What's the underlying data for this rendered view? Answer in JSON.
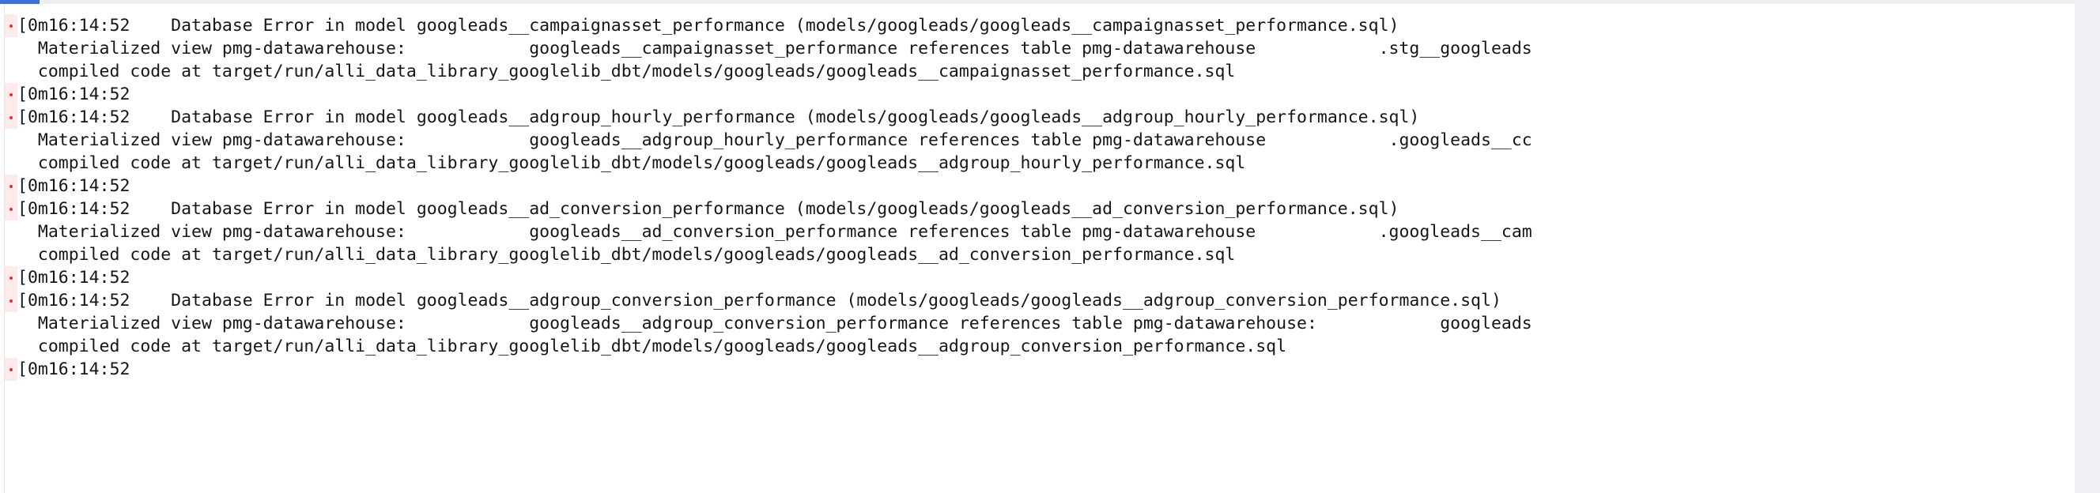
{
  "progress": {
    "name": "page-load-progress",
    "percent": 1.9,
    "fill_color": "#3b6fdd",
    "track_color": "#eceef1"
  },
  "theme": {
    "background": "#ffffff",
    "text_color": "#13161a",
    "error_marker_color": "#e0332f",
    "error_gutter_color": "#fdeaea",
    "scrollbar_color": "#eef0f4"
  },
  "log": {
    "name": "dbt-run-log",
    "lines": [
      {
        "error": true,
        "text": "[0m16:14:52    Database Error in model googleads__campaignasset_performance (models/googleads/googleads__campaignasset_performance.sql)"
      },
      {
        "error": false,
        "text": "  Materialized view pmg-datawarehouse:            googleads__campaignasset_performance references table pmg-datawarehouse            .stg__googleads"
      },
      {
        "error": false,
        "text": "  compiled code at target/run/alli_data_library_googlelib_dbt/models/googleads/googleads__campaignasset_performance.sql"
      },
      {
        "error": true,
        "text": "[0m16:14:52"
      },
      {
        "error": true,
        "text": "[0m16:14:52    Database Error in model googleads__adgroup_hourly_performance (models/googleads/googleads__adgroup_hourly_performance.sql)"
      },
      {
        "error": false,
        "text": "  Materialized view pmg-datawarehouse:            googleads__adgroup_hourly_performance references table pmg-datawarehouse            .googleads__cc"
      },
      {
        "error": false,
        "text": "  compiled code at target/run/alli_data_library_googlelib_dbt/models/googleads/googleads__adgroup_hourly_performance.sql"
      },
      {
        "error": true,
        "text": "[0m16:14:52"
      },
      {
        "error": true,
        "text": "[0m16:14:52    Database Error in model googleads__ad_conversion_performance (models/googleads/googleads__ad_conversion_performance.sql)"
      },
      {
        "error": false,
        "text": "  Materialized view pmg-datawarehouse:            googleads__ad_conversion_performance references table pmg-datawarehouse            .googleads__cam"
      },
      {
        "error": false,
        "text": "  compiled code at target/run/alli_data_library_googlelib_dbt/models/googleads/googleads__ad_conversion_performance.sql"
      },
      {
        "error": true,
        "text": "[0m16:14:52"
      },
      {
        "error": true,
        "text": "[0m16:14:52    Database Error in model googleads__adgroup_conversion_performance (models/googleads/googleads__adgroup_conversion_performance.sql)"
      },
      {
        "error": false,
        "text": "  Materialized view pmg-datawarehouse:            googleads__adgroup_conversion_performance references table pmg-datawarehouse:            googleads"
      },
      {
        "error": false,
        "text": "  compiled code at target/run/alli_data_library_googlelib_dbt/models/googleads/googleads__adgroup_conversion_performance.sql"
      },
      {
        "error": true,
        "text": "[0m16:14:52"
      }
    ]
  }
}
